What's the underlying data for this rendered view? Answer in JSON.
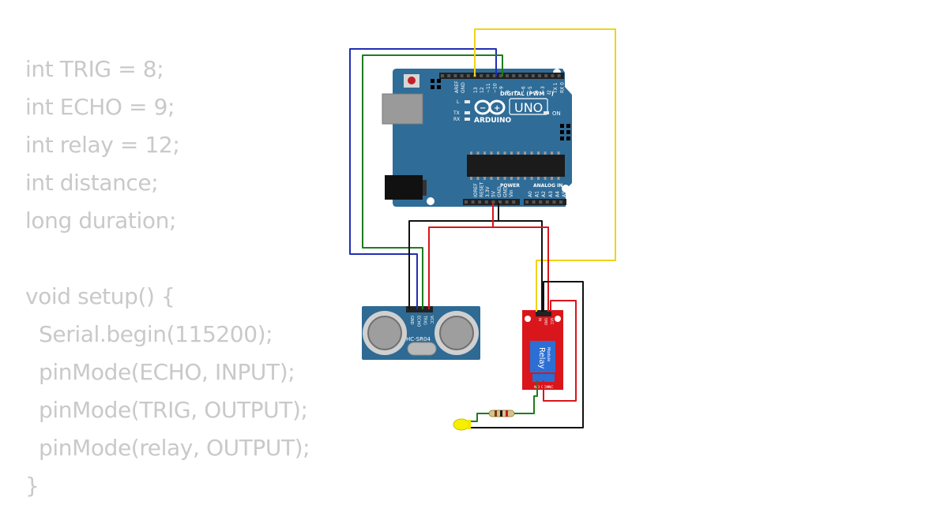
{
  "code_lines": [
    "int TRIG = 8;",
    "int ECHO = 9;",
    "int relay = 12;",
    "int distance;",
    "long duration;",
    "",
    "void setup() {",
    "  Serial.begin(115200);",
    "  pinMode(ECHO, INPUT);",
    "  pinMode(TRIG, OUTPUT);",
    "  pinMode(relay, OUTPUT);",
    "}"
  ],
  "arduino": {
    "brand": "ARDUINO",
    "model": "UNO",
    "digital_label": "DIGITAL (PWM ~)",
    "power_label": "POWER",
    "analog_label": "ANALOG IN",
    "on_label": "ON",
    "l_label": "L",
    "tx_label": "TX",
    "rx_label": "RX",
    "aref_label": "AREF",
    "gnd_label": "GND",
    "digital_pins": [
      "13",
      "12",
      "~11",
      "~10",
      "~9",
      "8",
      "7",
      "~6",
      "~5",
      "4",
      "~3",
      "2",
      "TX 1",
      "RX 0"
    ],
    "power_pins": [
      "IOREF",
      "RESET",
      "3.3V",
      "5V",
      "GND",
      "GND",
      "Vin"
    ],
    "analog_pins": [
      "A0",
      "A1",
      "A2",
      "A3",
      "A4",
      "A5"
    ]
  },
  "ultrasonic": {
    "label": "HC-SR04",
    "pins": [
      "VCC",
      "TRIG",
      "ECHO",
      "GND"
    ]
  },
  "relay": {
    "label": "Relay",
    "sublabel": "Module",
    "pins": [
      "IN",
      "GND",
      "VCC"
    ],
    "terminals": [
      "NO",
      "COM",
      "NC"
    ]
  },
  "colors": {
    "code_text": "#c9c9c9",
    "board_blue": "#2f6c98",
    "wire_blue": "#1f2fb5",
    "wire_green": "#1d7d1d",
    "wire_yellow": "#f1d21a",
    "wire_red": "#d8161b",
    "wire_black": "#111111",
    "relay_red": "#d9161c",
    "led_yellow": "#f6f000"
  }
}
